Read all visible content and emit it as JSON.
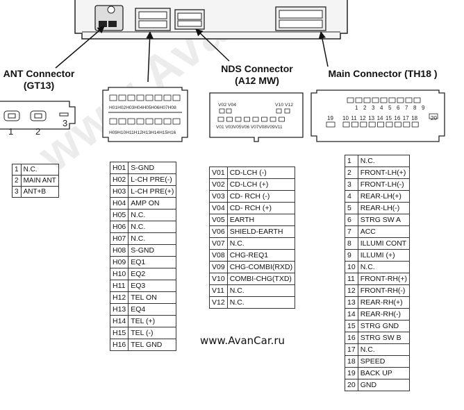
{
  "titles": {
    "ant_line1": "ANT Connector",
    "ant_line2": "(GT13)",
    "nds_line1": "NDS Connector",
    "nds_line2": "(A12 MW)",
    "main": "Main Connector (TH18 )"
  },
  "connector_labels": {
    "ant_pins": [
      "1",
      "2",
      "3"
    ],
    "h_top": "H01H02H03H04H05H06H07H08",
    "h_bottom": "H09H10H11H12H13H14H15H16",
    "v_top_left": "V02 V04",
    "v_top_right": "V10 V12",
    "v_bottom": "V01 V03V05V06 V07V08V09V11",
    "main_top": [
      "1",
      "2",
      "3",
      "4",
      "5",
      "6",
      "7",
      "8",
      "9"
    ],
    "main_bottom": [
      "10",
      "11",
      "12",
      "13",
      "14",
      "15",
      "16",
      "17",
      "18"
    ],
    "main_left": "19",
    "main_right": "20"
  },
  "watermark": "www.AvanCar.ru",
  "site_text": "www.AvanCar.ru",
  "ant_table": [
    {
      "pin": "1",
      "name": "N.C."
    },
    {
      "pin": "2",
      "name": "MAIN ANT"
    },
    {
      "pin": "3",
      "name": "ANT+B"
    }
  ],
  "h_table": [
    {
      "pin": "H01",
      "name": "S-GND"
    },
    {
      "pin": "H02",
      "name": "L-CH PRE(-)"
    },
    {
      "pin": "H03",
      "name": "L-CH PRE(+)"
    },
    {
      "pin": "H04",
      "name": "AMP ON"
    },
    {
      "pin": "H05",
      "name": "N.C."
    },
    {
      "pin": "H06",
      "name": "N.C."
    },
    {
      "pin": "H07",
      "name": "N.C."
    },
    {
      "pin": "H08",
      "name": "S-GND"
    },
    {
      "pin": "H09",
      "name": "EQ1"
    },
    {
      "pin": "H10",
      "name": "EQ2"
    },
    {
      "pin": "H11",
      "name": "EQ3"
    },
    {
      "pin": "H12",
      "name": "TEL ON"
    },
    {
      "pin": "H13",
      "name": "EQ4"
    },
    {
      "pin": "H14",
      "name": "TEL (+)"
    },
    {
      "pin": "H15",
      "name": "TEL (-)"
    },
    {
      "pin": "H16",
      "name": "TEL GND"
    }
  ],
  "v_table": [
    {
      "pin": "V01",
      "name": "CD-LCH (-)"
    },
    {
      "pin": "V02",
      "name": "CD-LCH (+)"
    },
    {
      "pin": "V03",
      "name": "CD- RCH (-)"
    },
    {
      "pin": "V04",
      "name": "CD- RCH (+)"
    },
    {
      "pin": "V05",
      "name": "EARTH"
    },
    {
      "pin": "V06",
      "name": "SHIELD-EARTH"
    },
    {
      "pin": "V07",
      "name": "N.C."
    },
    {
      "pin": "V08",
      "name": "CHG-REQ1"
    },
    {
      "pin": "V09",
      "name": "CHG-COMBI(RXD)"
    },
    {
      "pin": "V10",
      "name": "COMBI-CHG(TXD)"
    },
    {
      "pin": "V11",
      "name": "N.C."
    },
    {
      "pin": "V12",
      "name": "N.C."
    }
  ],
  "main_table": [
    {
      "pin": "1",
      "name": "N.C."
    },
    {
      "pin": "2",
      "name": "FRONT-LH(+)"
    },
    {
      "pin": "3",
      "name": "FRONT-LH(-)"
    },
    {
      "pin": "4",
      "name": "REAR-LH(+)"
    },
    {
      "pin": "5",
      "name": "REAR-LH(-)"
    },
    {
      "pin": "6",
      "name": "STRG SW A"
    },
    {
      "pin": "7",
      "name": "ACC"
    },
    {
      "pin": "8",
      "name": "ILLUMI CONT"
    },
    {
      "pin": "9",
      "name": "ILLUMI (+)"
    },
    {
      "pin": "10",
      "name": "N.C."
    },
    {
      "pin": "11",
      "name": "FRONT-RH(+)"
    },
    {
      "pin": "12",
      "name": "FRONT-RH(-)"
    },
    {
      "pin": "13",
      "name": "REAR-RH(+)"
    },
    {
      "pin": "14",
      "name": "REAR-RH(-)"
    },
    {
      "pin": "15",
      "name": "STRG GND"
    },
    {
      "pin": "16",
      "name": "STRG SW B"
    },
    {
      "pin": "17",
      "name": "N.C."
    },
    {
      "pin": "18",
      "name": "SPEED"
    },
    {
      "pin": "19",
      "name": "BACK UP"
    },
    {
      "pin": "20",
      "name": "GND"
    }
  ]
}
